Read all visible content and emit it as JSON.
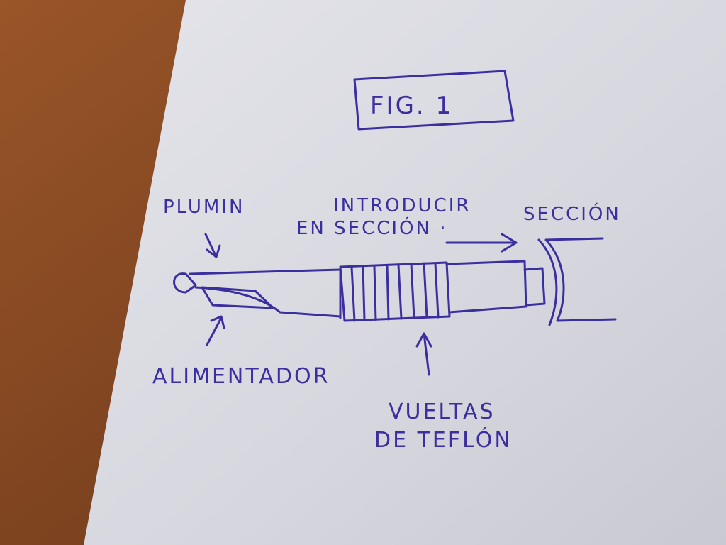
{
  "figure": {
    "title": "FIG. 1",
    "labels": {
      "nib": "PLUMIN",
      "instruction_line1": "INTRODUCIR",
      "instruction_line2": "EN SECCIÓN ·",
      "section": "SECCIÓN",
      "feeder": "ALIMENTADOR",
      "teflon_line1": "VUELTAS",
      "teflon_line2": "DE TEFLÓN"
    }
  },
  "colors": {
    "ink": "#3b2fa0",
    "paper": "#dcdce2",
    "wood": "#8a4a22"
  }
}
